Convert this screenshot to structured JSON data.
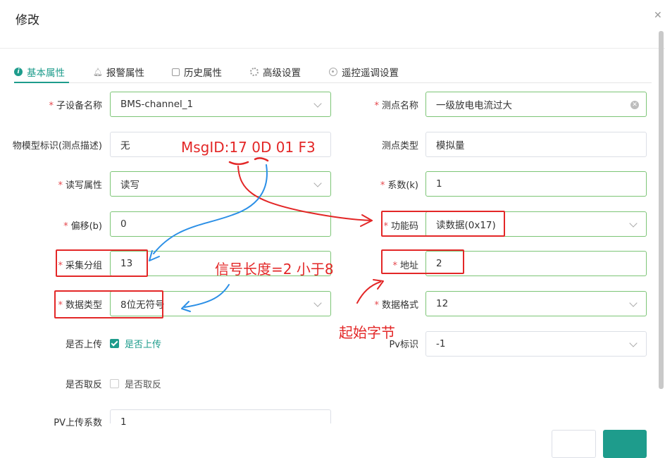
{
  "dialog": {
    "title": "修改"
  },
  "tabs": [
    {
      "label": "基本属性"
    },
    {
      "label": "报警属性"
    },
    {
      "label": "历史属性"
    },
    {
      "label": "高级设置"
    },
    {
      "label": "遥控遥调设置"
    }
  ],
  "form": {
    "sub_device_name": {
      "label": "子设备名称",
      "value": "BMS-channel_1"
    },
    "point_name": {
      "label": "测点名称",
      "value": "一级放电电流过大"
    },
    "model_id": {
      "label": "物模型标识(测点描述)",
      "value": "无"
    },
    "point_type": {
      "label": "测点类型",
      "value": "模拟量"
    },
    "rw_attr": {
      "label": "读写属性",
      "value": "读写"
    },
    "coef": {
      "label": "系数(k)",
      "value": "1"
    },
    "offset": {
      "label": "偏移(b)",
      "value": "0"
    },
    "func_code": {
      "label": "功能码",
      "value": "读数据(0x17)"
    },
    "collect_group": {
      "label": "采集分组",
      "value": "13"
    },
    "address": {
      "label": "地址",
      "value": "2"
    },
    "data_type": {
      "label": "数据类型",
      "value": "8位无符号"
    },
    "data_format": {
      "label": "数据格式",
      "value": "12"
    },
    "upload": {
      "label": "是否上传",
      "option": "是否上传"
    },
    "pv_id": {
      "label": "Pv标识",
      "value": "-1"
    },
    "negate": {
      "label": "是否取反",
      "option": "是否取反"
    },
    "pv_coef": {
      "label": "PV上传系数",
      "value": "1"
    }
  },
  "annotations": {
    "msgid": "MsgID:17 0D 01 F3",
    "signal_len": "信号长度=2 小于8",
    "start_byte": "起始字节"
  },
  "colors": {
    "accent": "#1e9c8c",
    "annotation_red": "#e32727",
    "annotation_blue": "#2b8fe6"
  }
}
